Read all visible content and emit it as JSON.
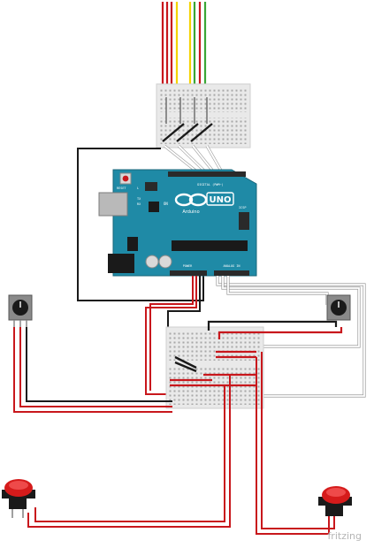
{
  "board": {
    "brand": "Arduino",
    "model": "UNO",
    "on_label": "ON",
    "digital_label": "DIGITAL (PWM~)",
    "analog_label": "ANALOG IN",
    "power_label": "POWER",
    "icsp_label": "ICSP",
    "tx_label": "TX",
    "rx_label": "RX",
    "l_label": "L",
    "reset_label": "RESET"
  },
  "watermark": "fritzing",
  "colors": {
    "arduino_teal": "#1f8aa6",
    "wire_red": "#c8171c",
    "wire_black": "#1a1a1a",
    "wire_white": "#f2f2f2",
    "wire_yellow": "#f4d300",
    "wire_green": "#3aa535",
    "breadboard": "#e9e9e9",
    "button_red": "#d51b1b"
  },
  "components": {
    "potentiometer_left": "potentiometer",
    "potentiometer_right": "potentiometer",
    "button_left": "red-push-button",
    "button_right": "red-push-button",
    "breadboard_top": "mini-breadboard",
    "breadboard_bottom": "mini-breadboard"
  }
}
